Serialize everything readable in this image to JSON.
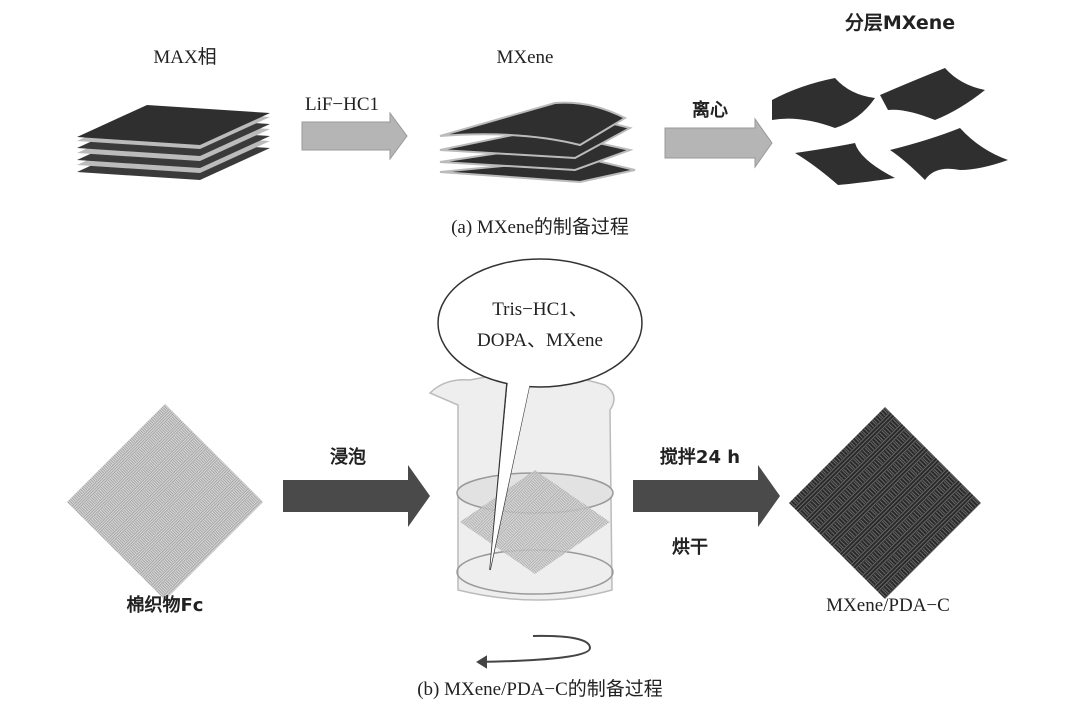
{
  "panel_a": {
    "caption": "(a) MXene的制备过程",
    "stage1_label": "MAX相",
    "arrow1_label": "LiF−HC1",
    "stage2_label": "MXene",
    "arrow2_label": "离心",
    "stage3_label": "分层MXene"
  },
  "panel_b": {
    "caption": "(b) MXene/PDA−C的制备过程",
    "bubble_line1": "Tris−HC1、",
    "bubble_line2": "DOPA、MXene",
    "start_label": "棉织物Fc",
    "arrow1_label": "浸泡",
    "arrow2_label_top": "搅拌24 h",
    "arrow2_label_bottom": "烘干",
    "end_label": "MXene/PDA−C"
  },
  "colors": {
    "sheet": "#2f2f2f",
    "light_arrow": "#b5b5b5",
    "dark_arrow": "#4a4a4a"
  }
}
